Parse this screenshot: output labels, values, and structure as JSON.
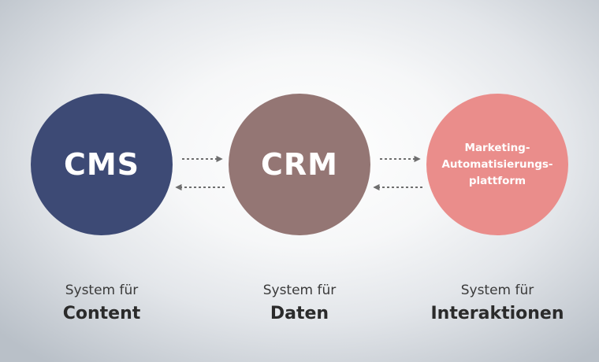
{
  "nodes": [
    {
      "id": "cms",
      "label": "CMS",
      "color": "#3d4a75"
    },
    {
      "id": "crm",
      "label": "CRM",
      "color": "#947674"
    },
    {
      "id": "map",
      "label_lines": [
        "Marketing-",
        "Automatisierungs-",
        "plattform"
      ],
      "color": "#ea8d8b"
    }
  ],
  "captions": [
    {
      "line1": "System für",
      "line2": "Content"
    },
    {
      "line1": "System für",
      "line2": "Daten"
    },
    {
      "line1": "System für",
      "line2": "Interaktionen"
    }
  ],
  "colors": {
    "arrow": "#6e6e6e",
    "text_dark": "#2b2b2b"
  }
}
